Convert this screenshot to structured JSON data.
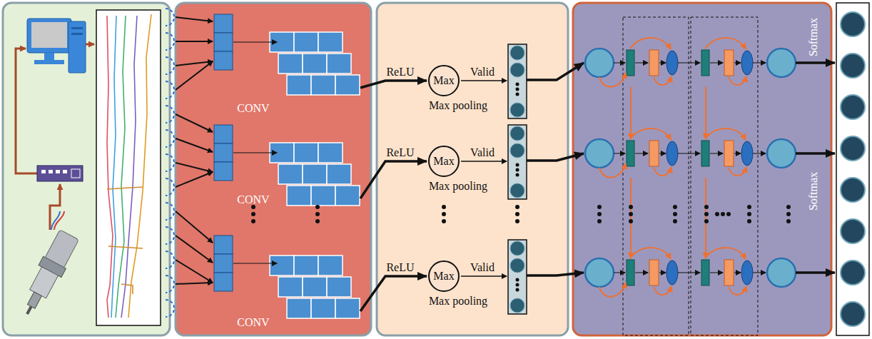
{
  "diagram": {
    "nodes": [
      {
        "text": [
          "Max"
        ]
      },
      {
        "text": [
          "Max"
        ]
      },
      {
        "text": [
          "Max"
        ]
      }
    ],
    "labels": [
      "CONV",
      "ReLU",
      "Valid",
      "Max pooling",
      "Softmax",
      "CONV",
      "ReLU",
      "Valid",
      "Max pooling",
      "Softmax",
      "CONV",
      "ReLU",
      "Valid",
      "Max pooling"
    ]
  }
}
